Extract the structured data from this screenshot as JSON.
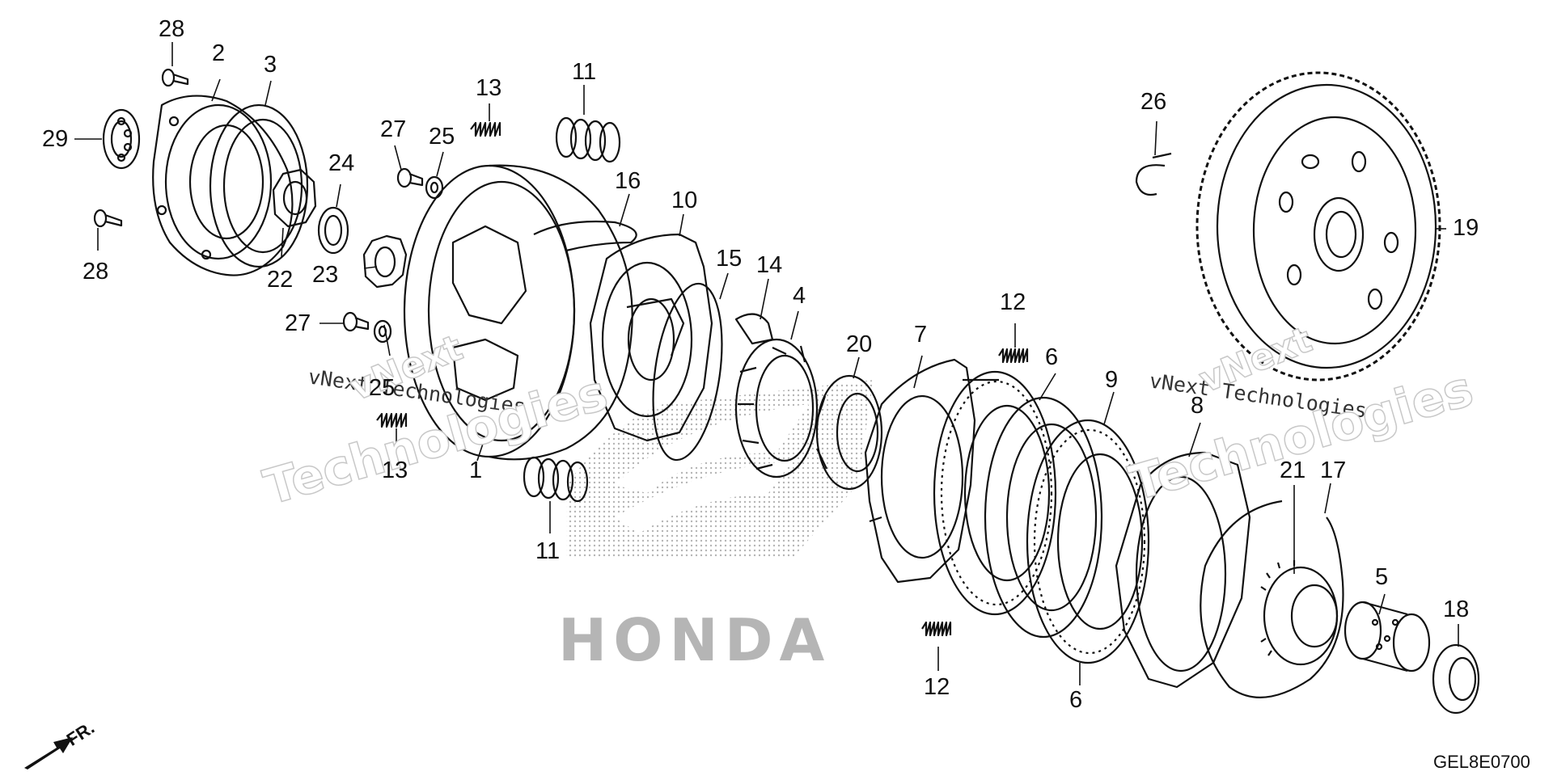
{
  "diagram_code": "GEL8E0700",
  "direction_marker": "FR.",
  "watermark_text": "vNext Technologies",
  "watermark_parts": [
    "vNext",
    "Technologies"
  ],
  "brand_text": "HONDA",
  "callouts": [
    {
      "id": "c28a",
      "text": "28"
    },
    {
      "id": "c2",
      "text": "2"
    },
    {
      "id": "c3",
      "text": "3"
    },
    {
      "id": "c29",
      "text": "29"
    },
    {
      "id": "c28b",
      "text": "28"
    },
    {
      "id": "c22",
      "text": "22"
    },
    {
      "id": "c13a",
      "text": "13"
    },
    {
      "id": "c11a",
      "text": "11"
    },
    {
      "id": "c27a",
      "text": "27"
    },
    {
      "id": "c25a",
      "text": "25"
    },
    {
      "id": "c24",
      "text": "24"
    },
    {
      "id": "c23",
      "text": "23"
    },
    {
      "id": "c16",
      "text": "16"
    },
    {
      "id": "c10",
      "text": "10"
    },
    {
      "id": "c15",
      "text": "15"
    },
    {
      "id": "c14",
      "text": "14"
    },
    {
      "id": "c4",
      "text": "4"
    },
    {
      "id": "c27b",
      "text": "27"
    },
    {
      "id": "c25b",
      "text": "25"
    },
    {
      "id": "c13b",
      "text": "13"
    },
    {
      "id": "c1",
      "text": "1"
    },
    {
      "id": "c11b",
      "text": "11"
    },
    {
      "id": "c20",
      "text": "20"
    },
    {
      "id": "c7",
      "text": "7"
    },
    {
      "id": "c12a",
      "text": "12"
    },
    {
      "id": "c6a",
      "text": "6"
    },
    {
      "id": "c9",
      "text": "9"
    },
    {
      "id": "c8",
      "text": "8"
    },
    {
      "id": "c26",
      "text": "26"
    },
    {
      "id": "c19",
      "text": "19"
    },
    {
      "id": "c21",
      "text": "21"
    },
    {
      "id": "c17",
      "text": "17"
    },
    {
      "id": "c5",
      "text": "5"
    },
    {
      "id": "c18",
      "text": "18"
    },
    {
      "id": "c12b",
      "text": "12"
    },
    {
      "id": "c6b",
      "text": "6"
    }
  ]
}
